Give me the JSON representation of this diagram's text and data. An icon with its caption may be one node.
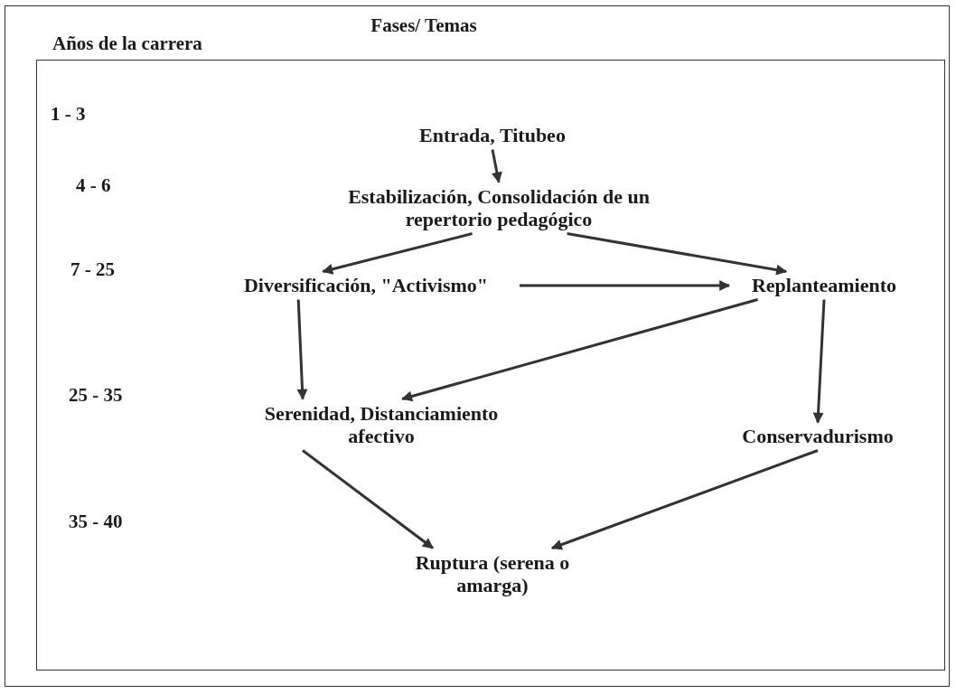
{
  "diagram": {
    "title": "Fases/ Temas",
    "nodes": [
      {
        "text": [
          "Entrada, Titubeo"
        ]
      },
      {
        "text": [
          "Estabilización, Consolidación de un repertorio pedagógico"
        ]
      },
      {
        "text": [
          "Diversificación, \"Activismo\""
        ]
      },
      {
        "text": [
          "Replanteamiento"
        ]
      },
      {
        "text": [
          "Serenidad, Distanciamiento afectivo"
        ]
      },
      {
        "text": [
          "Conservadurismo"
        ]
      },
      {
        "text": [
          "Ruptura (serena o amarga)"
        ]
      }
    ],
    "edges": [
      {
        "from": 0,
        "to": 1,
        "arrow": "to"
      },
      {
        "from": 1,
        "to": 2,
        "arrow": "to"
      },
      {
        "from": 1,
        "to": 3,
        "arrow": "to"
      },
      {
        "from": 2,
        "to": 3,
        "arrow": "to"
      },
      {
        "from": 2,
        "to": 4,
        "arrow": "to"
      },
      {
        "from": 3,
        "to": 4,
        "arrow": "to"
      },
      {
        "from": 3,
        "to": 5,
        "arrow": "to"
      },
      {
        "from": 4,
        "to": 6,
        "arrow": "to"
      },
      {
        "from": 5,
        "to": 6,
        "arrow": "to"
      }
    ],
    "labels": [
      "Años de la carrera",
      "1 - 3",
      "4 - 6",
      "7 - 25",
      "25 - 35",
      "35 - 40"
    ]
  }
}
